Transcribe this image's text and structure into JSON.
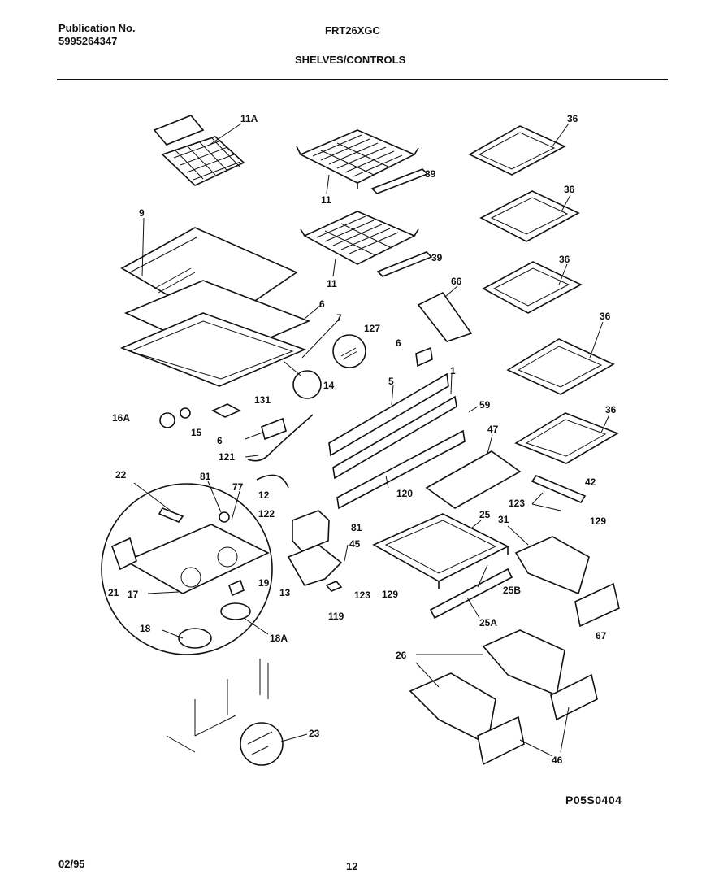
{
  "header": {
    "publication_label": "Publication No.",
    "publication_number": "5995264347",
    "model": "FRT26XGC",
    "section_title": "SHELVES/CONTROLS"
  },
  "footer": {
    "date": "02/95",
    "page_number": "12",
    "diagram_code": "P05S0404"
  },
  "callouts": {
    "c11A": "11A",
    "c9": "9",
    "c11a": "11",
    "c11b": "11",
    "c39a": "39",
    "c39b": "39",
    "c36a": "36",
    "c36b": "36",
    "c36c": "36",
    "c36d": "36",
    "c36e": "36",
    "c66": "66",
    "c6a": "6",
    "c7": "7",
    "c127": "127",
    "c6b": "6",
    "c14": "14",
    "c5": "5",
    "c1": "1",
    "c59": "59",
    "c131": "131",
    "c16A": "16A",
    "c15": "15",
    "c6c": "6",
    "c47": "47",
    "c121": "121",
    "c42": "42",
    "c120": "120",
    "c22": "22",
    "c81a": "81",
    "c77": "77",
    "c12": "12",
    "c122": "122",
    "c81b": "81",
    "c123a": "123",
    "c129a": "129",
    "c25": "25",
    "c31": "31",
    "c45": "45",
    "c21": "21",
    "c17": "17",
    "c19": "19",
    "c13": "13",
    "c123b": "123",
    "c129b": "129",
    "c25B": "25B",
    "c119": "119",
    "c25A": "25A",
    "c67": "67",
    "c18": "18",
    "c18A": "18A",
    "c26": "26",
    "c23": "23",
    "c46": "46"
  }
}
